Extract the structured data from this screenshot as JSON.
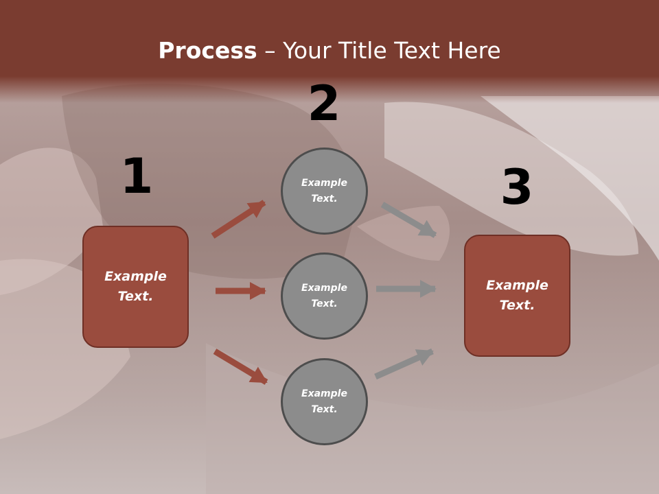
{
  "slide": {
    "title_bold": "Process",
    "title_rest": " – Your Title Text Here"
  },
  "steps": {
    "n1": "1",
    "n2": "2",
    "n3": "3"
  },
  "nodes": {
    "left_box": {
      "line1": "Example",
      "line2": "Text."
    },
    "circle_top": {
      "line1": "Example",
      "line2": "Text."
    },
    "circle_mid": {
      "line1": "Example",
      "line2": "Text."
    },
    "circle_bottom": {
      "line1": "Example",
      "line2": "Text."
    },
    "right_box": {
      "line1": "Example",
      "line2": "Text."
    }
  },
  "colors": {
    "header": "#7a3c30",
    "box_fill": "#9a4c3e",
    "circle_fill": "#8c8c8c",
    "arrow_red": "#9a4c3e",
    "arrow_gray": "#8c8c8c"
  }
}
